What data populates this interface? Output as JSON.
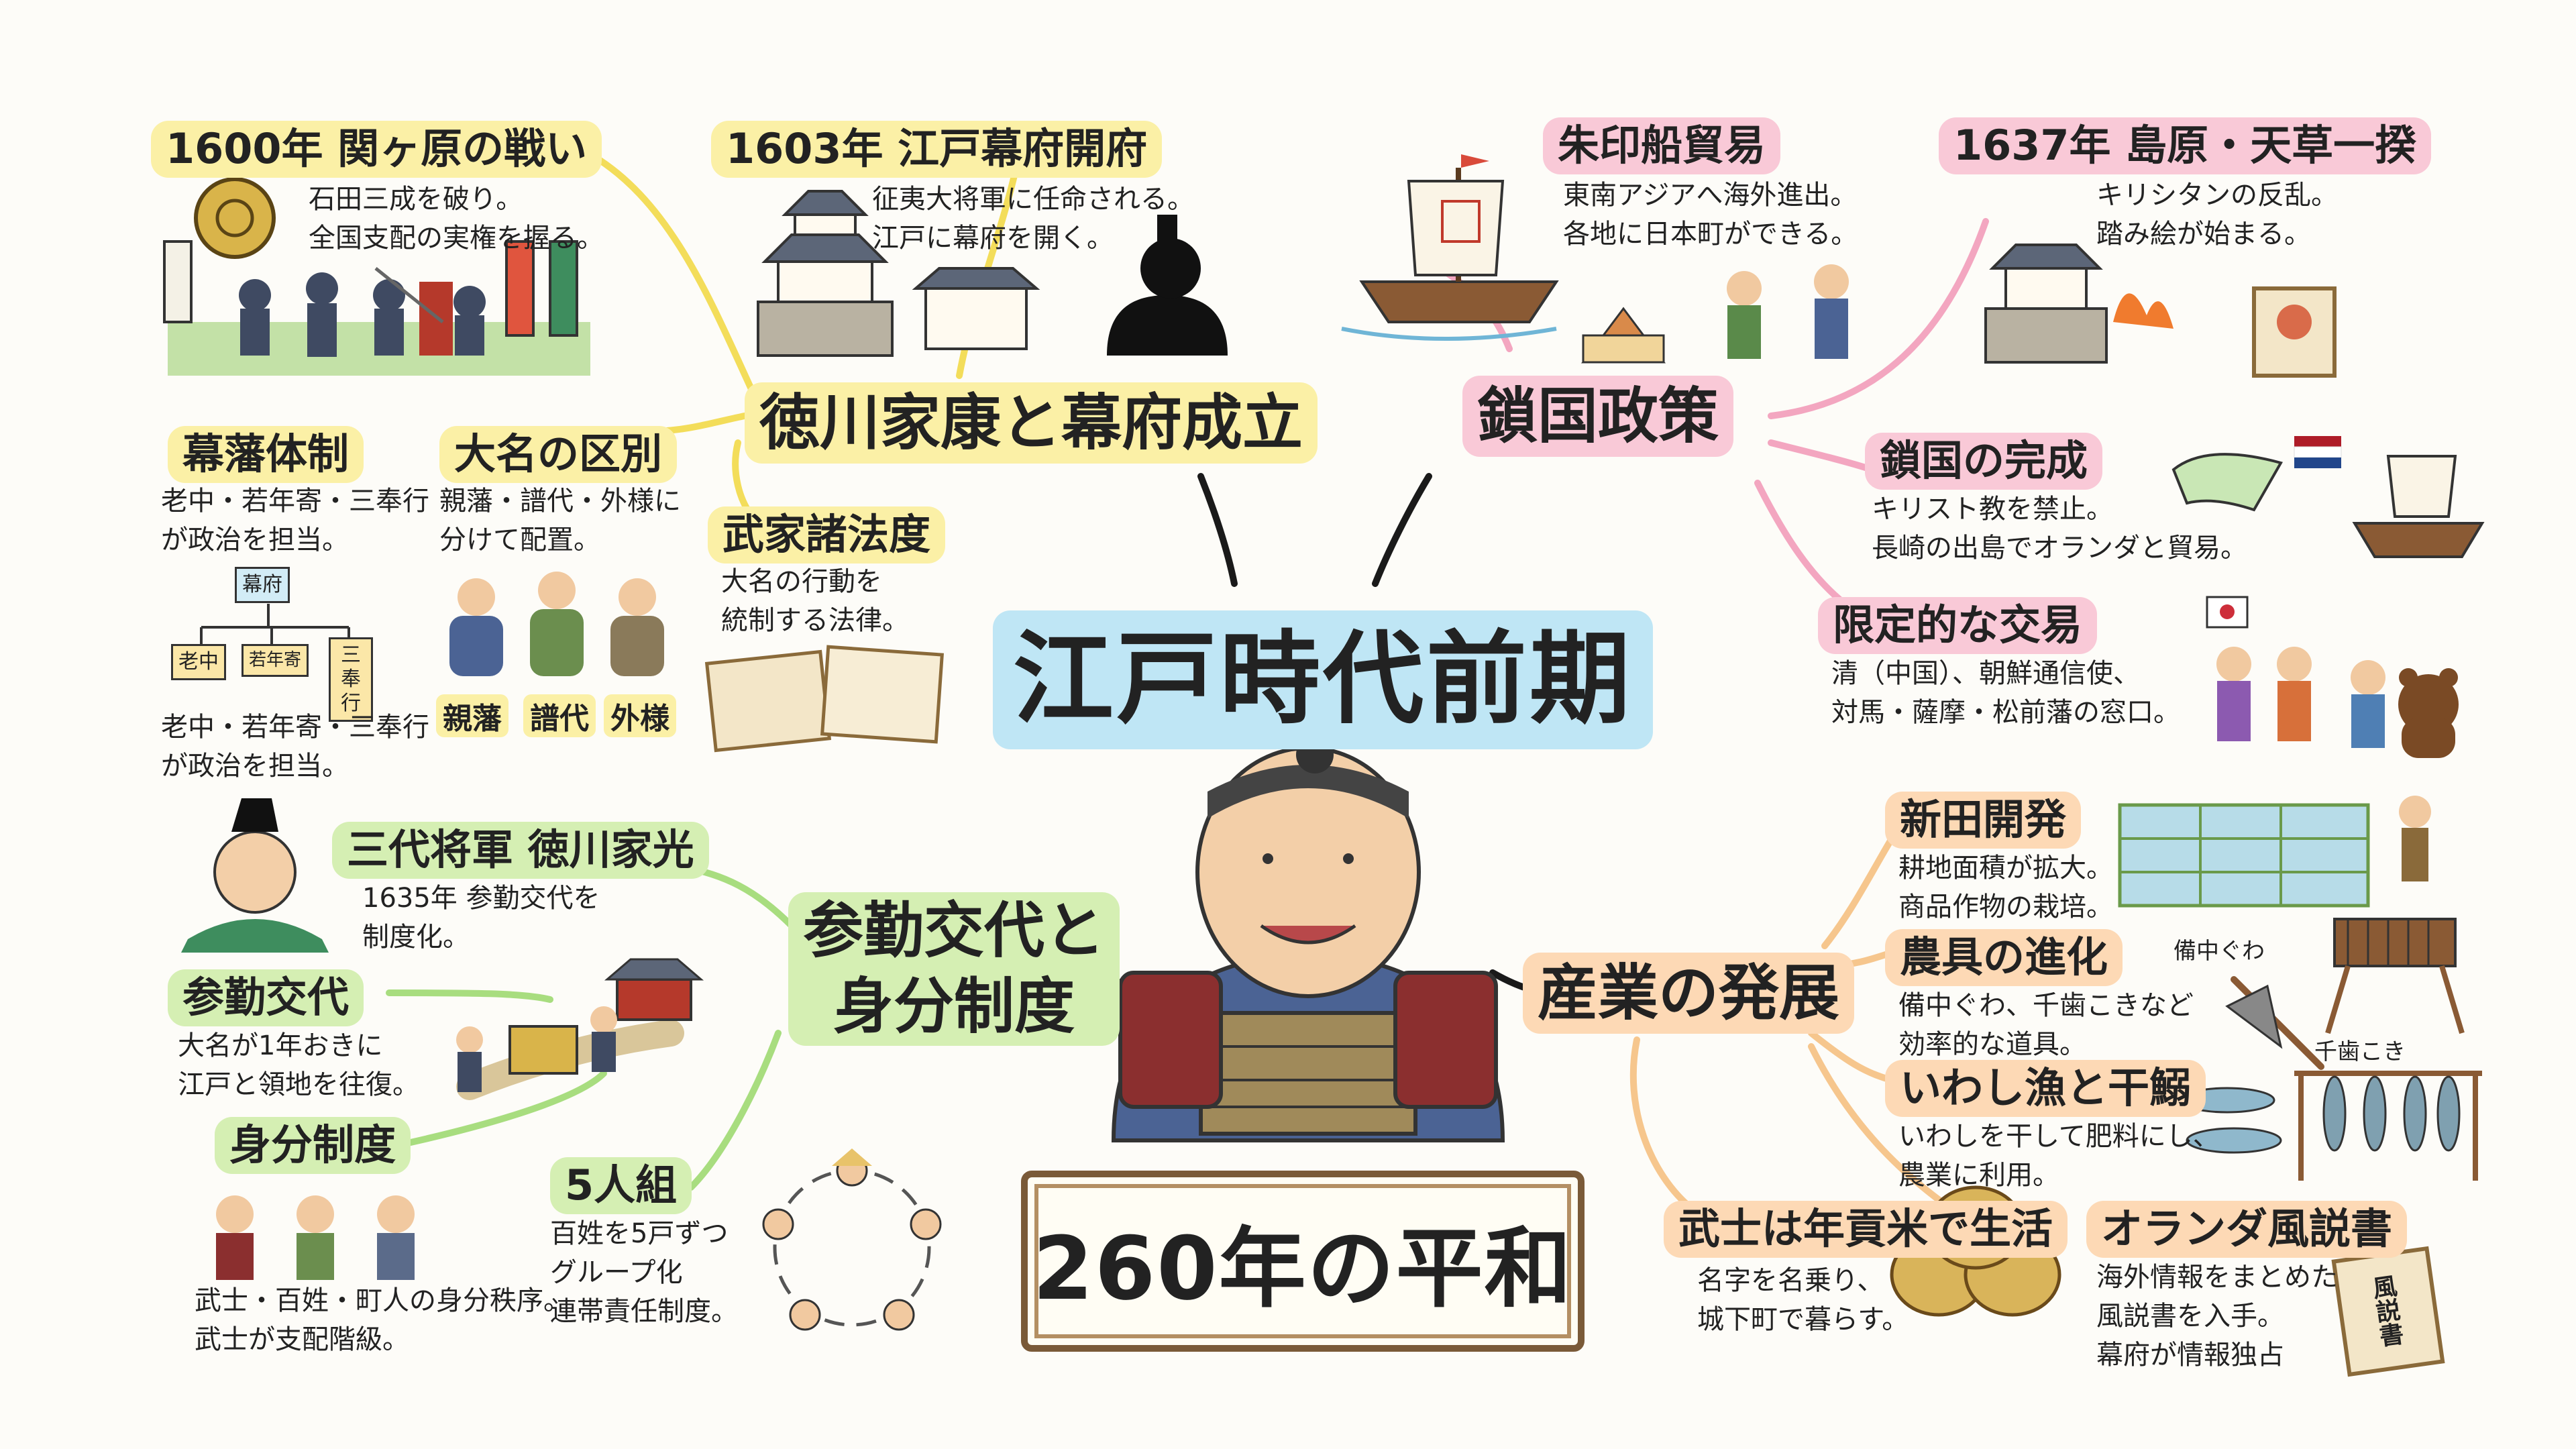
{
  "title": "江戸時代前期",
  "peace": "260年の平和",
  "colors": {
    "yellow": "#fbf0a6",
    "pink": "#f9c9d7",
    "green": "#d5efb3",
    "orange": "#fdd9b5",
    "blue": "#bfe6f5"
  },
  "branches": {
    "tokugawa": {
      "title": "徳川家康と幕府成立",
      "sekigahara": {
        "year": "1600年",
        "name": "関ヶ原の戦い",
        "lines": [
          "石田三成を破り。",
          "全国支配の実権を握る。"
        ]
      },
      "bakufu": {
        "year": "1603年",
        "name": "江戸幕府開府",
        "lines": [
          "征夷大将軍に任命される。",
          "江戸に幕府を開く。"
        ]
      },
      "bakuhan": {
        "name": "幕藩体制",
        "lines": [
          "老中・若年寄・三奉行",
          "が政治を担当。"
        ],
        "chart": {
          "top": "幕府",
          "roju": "老中",
          "wakadoshiyori": "若年寄",
          "sanbugyo": "三奉行"
        },
        "lines2": [
          "老中・若年寄・三奉行",
          "が政治を担当。"
        ]
      },
      "daimyo": {
        "name": "大名の区別",
        "lines": [
          "親藩・譜代・外様に",
          "分けて配置。"
        ],
        "labels": [
          "親藩",
          "譜代",
          "外様"
        ]
      },
      "buke": {
        "name": "武家諸法度",
        "lines": [
          "大名の行動を",
          "統制する法律。"
        ]
      }
    },
    "sakoku": {
      "title": "鎖国政策",
      "shuinsen": {
        "name": "朱印船貿易",
        "lines": [
          "東南アジアへ海外進出。",
          "各地に日本町ができる。"
        ]
      },
      "shimabara": {
        "year": "1637年",
        "name": "島原・天草一揆",
        "lines": [
          "キリシタンの反乱。",
          "踏み絵が始まる。"
        ]
      },
      "kansei": {
        "name": "鎖国の完成",
        "lines": [
          "キリスト教を禁止。",
          "長崎の出島でオランダと貿易。"
        ]
      },
      "gentei": {
        "name": "限定的な交易",
        "lines": [
          "清（中国）、朝鮮通信使、",
          "対馬・薩摩・松前藩の窓口。"
        ]
      }
    },
    "sankin": {
      "title_lines": [
        "参勤交代と",
        "身分制度"
      ],
      "iemitsu": {
        "name": "三代将軍 徳川家光",
        "lines": [
          "1635年 参勤交代を",
          "制度化。"
        ]
      },
      "sankinkotai": {
        "name": "参勤交代",
        "lines": [
          "大名が1年おきに",
          "江戸と領地を往復。"
        ]
      },
      "mibun": {
        "name": "身分制度",
        "lines": [
          "武士・百姓・町人の身分秩序。",
          "武士が支配階級。"
        ]
      },
      "goningumi": {
        "name": "5人組",
        "lines": [
          "百姓を5戸ずつ",
          "グループ化",
          "連帯責任制度。"
        ]
      }
    },
    "sangyo": {
      "title": "産業の発展",
      "shinden": {
        "name": "新田開発",
        "lines": [
          "耕地面積が拡大。",
          "商品作物の栽培。"
        ]
      },
      "nogu": {
        "name": "農具の進化",
        "lines": [
          "備中ぐわ、千歯こきなど",
          "効率的な道具。"
        ],
        "tool1": "備中ぐわ",
        "tool2": "千歯こき"
      },
      "iwashi": {
        "name": "いわし漁と干鰯",
        "lines": [
          "いわしを干して肥料にし、",
          "農業に利用。"
        ]
      },
      "bushi": {
        "name": "武士は年貢米で生活",
        "lines": [
          "名字を名乗り、",
          "城下町で暮らす。"
        ]
      },
      "fusetsu": {
        "name": "オランダ風説書",
        "lines": [
          "海外情報をまとめた",
          "風説書を入手。",
          "幕府が情報独占"
        ],
        "scroll_label": "風説書"
      }
    }
  },
  "icons": [
    "crest-icon",
    "castle-icon",
    "silhouette-icon",
    "ship-icon",
    "scroll-icon",
    "samurai-portrait-icon",
    "rice-bale-icon",
    "fish-icon",
    "hoe-icon",
    "thresher-icon",
    "flag-icon",
    "bear-icon"
  ]
}
